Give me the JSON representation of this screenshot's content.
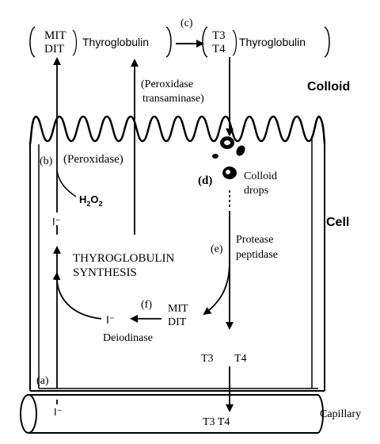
{
  "labels": {
    "mit_top": "MIT",
    "dit_top": "DIT",
    "thyroglobulin_1": "Thyroglobulin",
    "step_c": "(c)",
    "t3_top": "T3",
    "t4_top": "T4",
    "thyroglobulin_2": "Thyroglobulin",
    "peroxidase_transaminase_1": "(Peroxidase",
    "peroxidase_transaminase_2": "transaminase)",
    "colloid": "Colloid",
    "step_b": "(b)",
    "peroxidase": "(Peroxidase)",
    "h2o2_h": "H",
    "h2o2_2a": "2",
    "h2o2_o": "O",
    "h2o2_2b": "2",
    "step_d": "(d)",
    "colloid_drops_1": "Colloid",
    "colloid_drops_2": "drops",
    "cell": "Cell",
    "iodide_upper": "I⁻",
    "step_e": "(e)",
    "protease_1": "Protease",
    "protease_2": "peptidase",
    "synthesis_1": "THYROGLOBULIN",
    "synthesis_2": "SYNTHESIS",
    "step_f": "(f)",
    "mit_low": "MIT",
    "dit_low": "DIT",
    "iodide_mid": "I⁻",
    "deiodinase": "Deiodinase",
    "t3_cell": "T3",
    "t4_cell": "T4",
    "step_a": "(a)",
    "iodide_cap": "I⁻",
    "t3t4_cap": "T3 T4",
    "capillary": "Capillary"
  }
}
